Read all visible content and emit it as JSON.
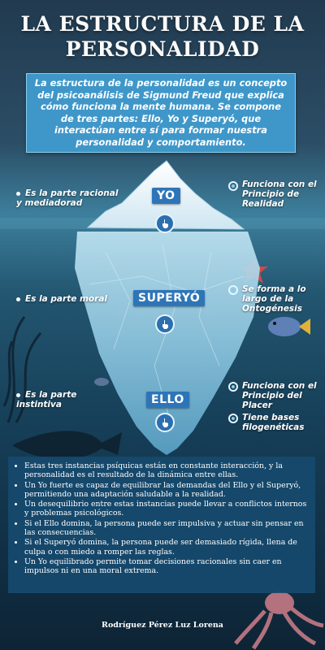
{
  "title": {
    "line1": "LA ESTRUCTURA DE LA",
    "line2": "PERSONALIDAD"
  },
  "intro": "La estructura de la personalidad es un concepto del psicoanálisis de Sigmund Freud que explica cómo funciona la mente humana. Se compone de tres partes: Ello, Yo y Superyó, que interactúan entre sí para formar nuestra personalidad y comportamiento.",
  "iceberg": {
    "yo": {
      "label": "YO",
      "left_note": "Es la parte racional y mediadorad",
      "right_note": "Funciona con el Principio de Realidad"
    },
    "superyo": {
      "label": "SUPERYÓ",
      "left_note": "Es la parte moral",
      "right_note": "Se forma a lo largo de la Ontogénesis"
    },
    "ello": {
      "label": "ELLO",
      "left_note": "Es la parte instintiva",
      "right_note_1": "Funciona con el Principio del Placer",
      "right_note_2": "Tiene bases filogenéticas"
    }
  },
  "bullets": [
    "Estas tres instancias psíquicas están en constante interacción, y la personalidad es el resultado de la dinámica entre ellas.",
    "Un Yo fuerte es capaz de equilibrar las demandas del Ello y el Superyó, permitiendo una adaptación saludable a la realidad.",
    "Un desequilibrio entre estas instancias puede llevar a conflictos internos y problemas psicológicos.",
    "Si el Ello domina, la persona puede ser impulsiva y actuar sin pensar en las consecuencias.",
    "Si el Superyó domina, la persona puede ser demasiado rígida, llena de culpa o con miedo a romper las reglas.",
    "Un Yo equilibrado permite tomar decisiones racionales sin caer en impulsos ni en una moral extrema."
  ],
  "author": "Rodríguez Pérez Luz Lorena",
  "colors": {
    "label_bg": "#2e75b8",
    "intro_bg": "#3f97c9",
    "bottom_bg": "#164a6e"
  }
}
